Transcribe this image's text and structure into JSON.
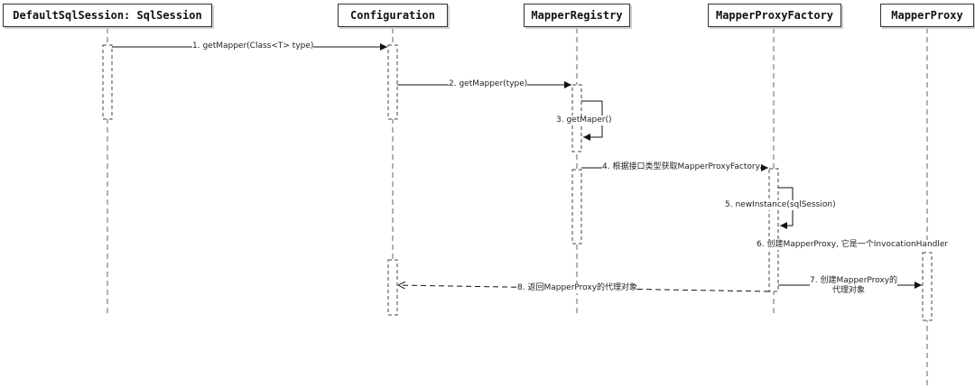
{
  "actors": [
    {
      "name": "DefaultSqlSession: SqlSession"
    },
    {
      "name": "Configuration"
    },
    {
      "name": "MapperRegistry"
    },
    {
      "name": "MapperProxyFactory"
    },
    {
      "name": "MapperProxy"
    }
  ],
  "messages": [
    {
      "label": "1. getMapper(Class<T> type)"
    },
    {
      "label": "2. getMapper(type)"
    },
    {
      "label": "3. getMaper()"
    },
    {
      "label": "4. 根据接口类型获取MapperProxyFactory"
    },
    {
      "label": "5. newInstance(sqlSession)"
    },
    {
      "label": "6. 创建MapperProxy, 它是一个InvocationHandler"
    },
    {
      "label_line1": "7. 创建MapperProxy的",
      "label_line2": "代理对象"
    },
    {
      "label": "8. 返回MapperProxy的代理对象"
    }
  ]
}
